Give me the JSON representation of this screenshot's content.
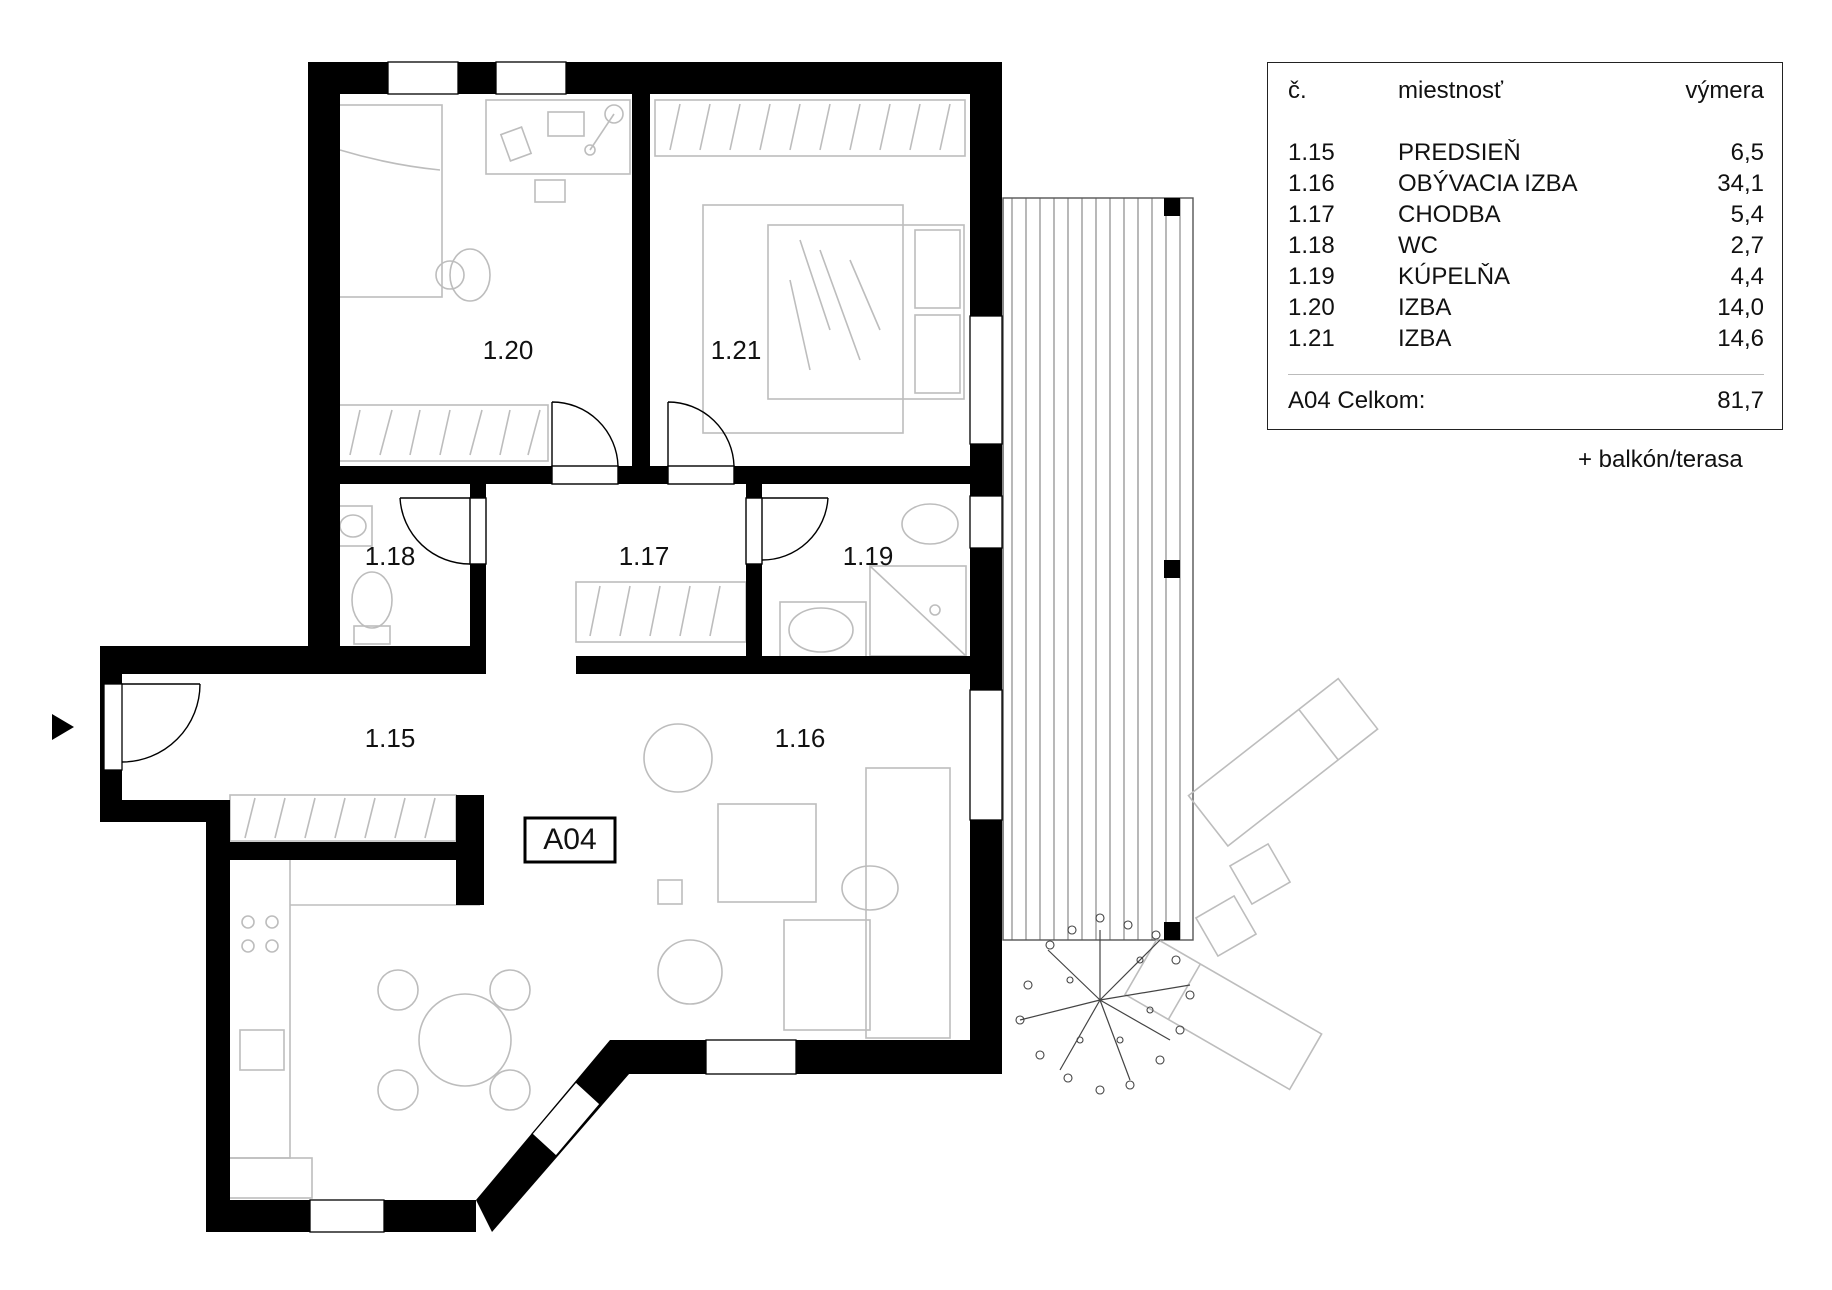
{
  "apartment": {
    "code": "A04"
  },
  "rooms": [
    {
      "no": "1.15"
    },
    {
      "no": "1.16"
    },
    {
      "no": "1.17"
    },
    {
      "no": "1.18"
    },
    {
      "no": "1.19"
    },
    {
      "no": "1.20"
    },
    {
      "no": "1.21"
    }
  ],
  "table": {
    "headers": {
      "number": "č.",
      "room": "miestnosť",
      "area": "výmera"
    },
    "rows": [
      {
        "number": "1.15",
        "room": "PREDSIEŇ",
        "area": "6,5"
      },
      {
        "number": "1.16",
        "room": "OBÝVACIA IZBA",
        "area": "34,1"
      },
      {
        "number": "1.17",
        "room": "CHODBA",
        "area": "5,4"
      },
      {
        "number": "1.18",
        "room": "WC",
        "area": "2,7"
      },
      {
        "number": "1.19",
        "room": "KÚPELŇA",
        "area": "4,4"
      },
      {
        "number": "1.20",
        "room": "IZBA",
        "area": "14,0"
      },
      {
        "number": "1.21",
        "room": "IZBA",
        "area": "14,6"
      }
    ],
    "total": {
      "label": "A04 Celkom:",
      "area": "81,7"
    },
    "note": "+ balkón/terasa"
  },
  "colors": {
    "wall": "#000000",
    "furniture": "#bdbdbd",
    "text": "#111111"
  }
}
